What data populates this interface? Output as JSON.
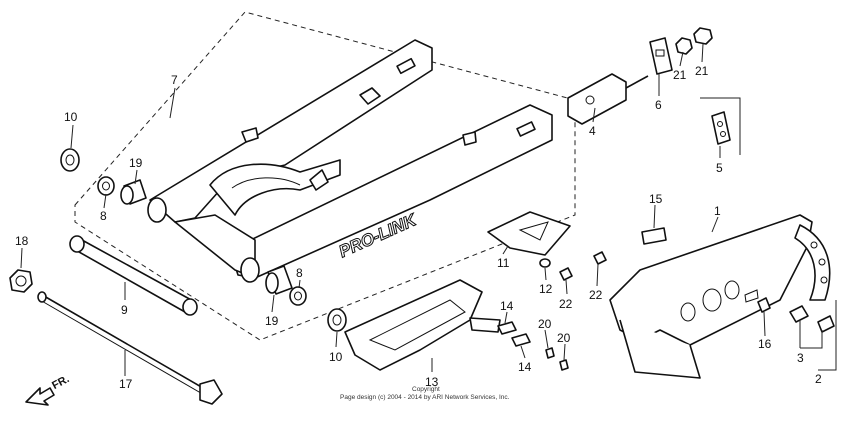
{
  "callouts": {
    "c1": "1",
    "c2": "2",
    "c3": "3",
    "c4": "4",
    "c5": "5",
    "c6": "6",
    "c7": "7",
    "c8a": "8",
    "c8b": "8",
    "c9": "9",
    "c10a": "10",
    "c10b": "10",
    "c11": "11",
    "c12": "12",
    "c13": "13",
    "c14a": "14",
    "c14b": "14",
    "c15": "15",
    "c16": "16",
    "c17": "17",
    "c18": "18",
    "c19a": "19",
    "c19b": "19",
    "c20a": "20",
    "c20b": "20",
    "c21a": "21",
    "c21b": "21",
    "c22a": "22",
    "c22b": "22"
  },
  "logo_text": "PRO-LINK",
  "direction_label": "FR.",
  "copyright": {
    "line1": "Copyright",
    "line2": "Page design (c) 2004 - 2014 by ARI Network Services, Inc."
  },
  "colors": {
    "line": "#111111",
    "background": "#ffffff"
  }
}
